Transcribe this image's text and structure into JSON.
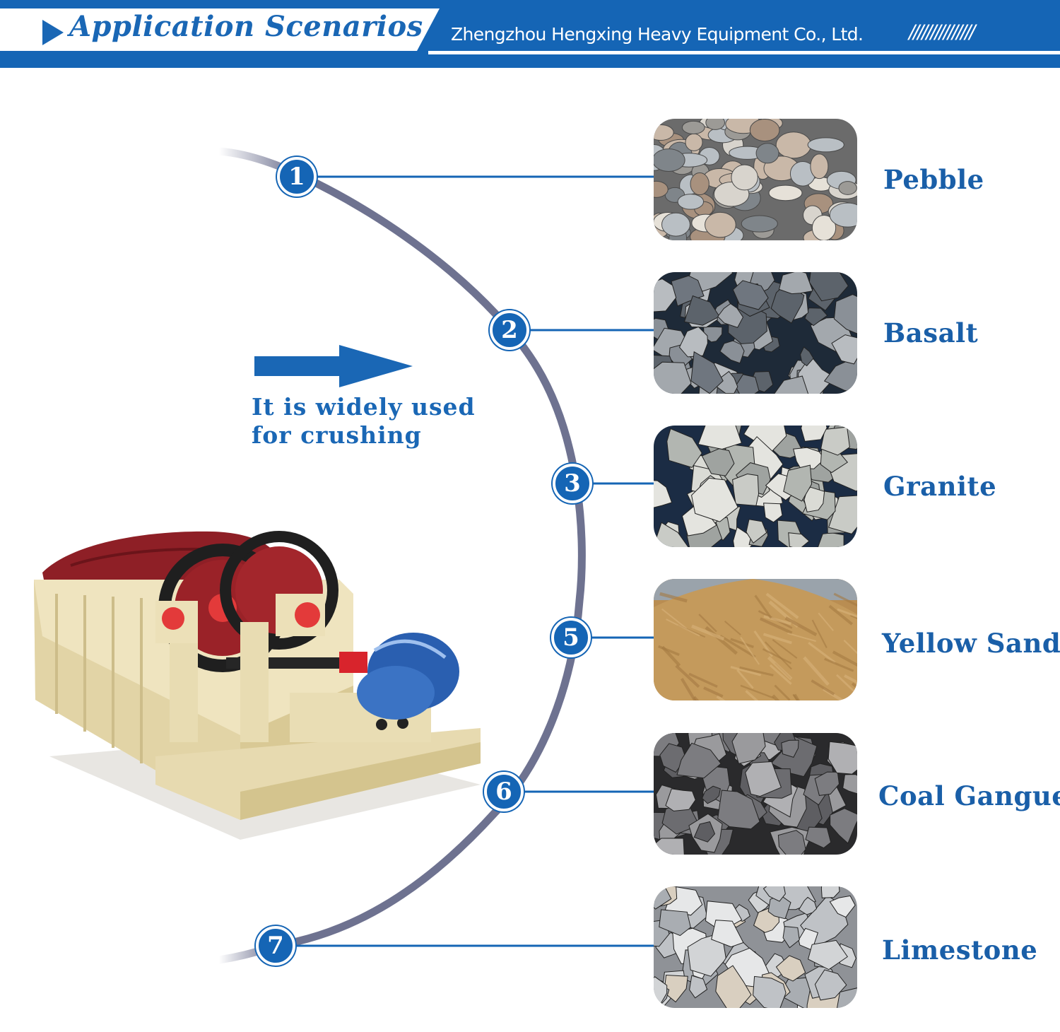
{
  "header": {
    "title": "Application Scenarios",
    "company": "Zhengzhou Hengxing Heavy Equipment Co., Ltd.",
    "decoration": "///////////////"
  },
  "caption": {
    "line1": "It is widely used",
    "line2": "for crushing"
  },
  "materials": [
    {
      "number": "1",
      "label": "Pebble",
      "image_icon": "pebble-photo"
    },
    {
      "number": "2",
      "label": "Basalt",
      "image_icon": "basalt-photo"
    },
    {
      "number": "3",
      "label": "Granite",
      "image_icon": "granite-photo"
    },
    {
      "number": "5",
      "label": "Yellow Sand",
      "image_icon": "yellow-sand-photo"
    },
    {
      "number": "6",
      "label": "Coal Gangue",
      "image_icon": "coal-gangue-photo"
    },
    {
      "number": "7",
      "label": "Limestone",
      "image_icon": "limestone-photo"
    }
  ],
  "colors": {
    "brand_blue": "#1565b5",
    "arc_gray": "#6e7290",
    "label_blue": "#1a5fa8"
  },
  "machine_icon": "spiral-sand-washer-photo"
}
